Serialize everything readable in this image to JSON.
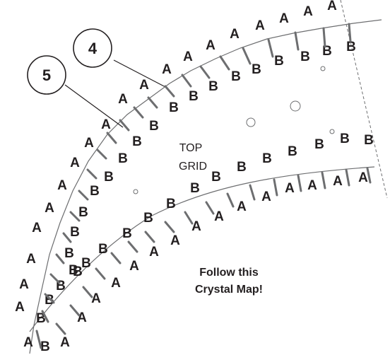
{
  "callouts": [
    "4",
    "5"
  ],
  "grid_label_line1": "TOP",
  "grid_label_line2": "GRID",
  "note_line1": "Follow this",
  "note_line2": "Crystal Map!",
  "label_a": "A",
  "label_b": "B",
  "colors": {
    "ink": "#231f20",
    "wire": "#6d6e70"
  }
}
